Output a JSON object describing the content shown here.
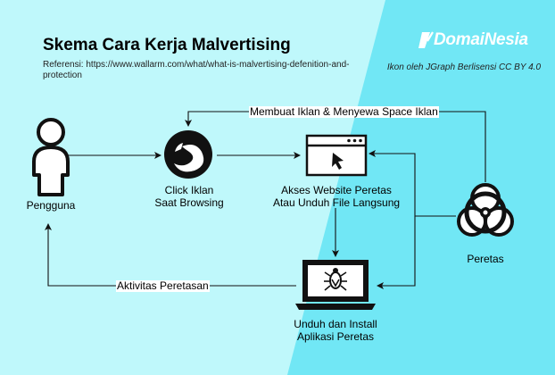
{
  "header": {
    "title": "Skema Cara Kerja Malvertising",
    "reference": "Referensi: https://www.wallarm.com/what/what-is-malvertising-defenition-and-protection",
    "credit": "Ikon oleh JGraph Berlisensi CC BY 4.0"
  },
  "brand": {
    "name": "DomaiNesia",
    "color": "#ffffff"
  },
  "nodes": {
    "user": {
      "label": "Pengguna",
      "icon": "user-icon"
    },
    "browser": {
      "label_line1": "Click Iklan",
      "label_line2": "Saat Browsing",
      "icon": "firefox-icon"
    },
    "website": {
      "label_line1": "Akses Website Peretas",
      "label_line2": "Atau Unduh File Langsung",
      "icon": "browser-window-icon"
    },
    "laptop": {
      "label_line1": "Unduh dan Install",
      "label_line2": "Aplikasi Peretas",
      "icon": "laptop-bug-icon"
    },
    "hacker": {
      "label": "Peretas",
      "icon": "biohazard-icon"
    }
  },
  "edges": {
    "top_label": "Membuat Iklan & Menyewa Space Iklan",
    "bottom_label": "Aktivitas Peretasan"
  },
  "colors": {
    "bg_left": "#bff8fb",
    "bg_right": "#71e7f5",
    "line": "#111111"
  }
}
